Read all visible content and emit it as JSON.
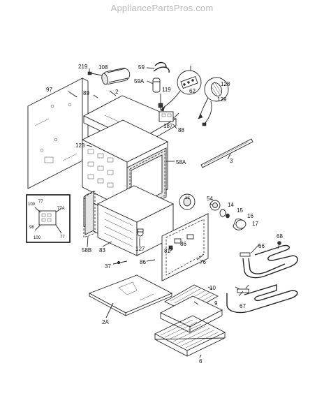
{
  "watermark": "AppliancePartsPros.com",
  "part_labels": {
    "p219": "219",
    "p108": "108",
    "p59": "59",
    "p97": "97",
    "p89": "89",
    "p2": "2",
    "p59A": "59A",
    "p119": "119",
    "p62": "62",
    "p128": "128",
    "p129": "129",
    "p187": "187",
    "p88": "88",
    "p123": "123",
    "p58A": "58A",
    "p3": "3",
    "p100a": "100",
    "p77a": "77",
    "p77A": "77A",
    "p98": "98",
    "p100b": "100",
    "p77b": "77",
    "p12": "12",
    "p54": "54",
    "p14": "14",
    "p15": "15",
    "p16": "16",
    "p17": "17",
    "p58B": "58B",
    "p83": "83",
    "p127": "127",
    "p81": "81",
    "p86a": "86",
    "p86b": "86",
    "p76": "76",
    "p37": "37",
    "p68": "68",
    "p66": "66",
    "p10": "10",
    "p9": "9",
    "p2A": "2A",
    "p67": "67",
    "p6": "6"
  }
}
